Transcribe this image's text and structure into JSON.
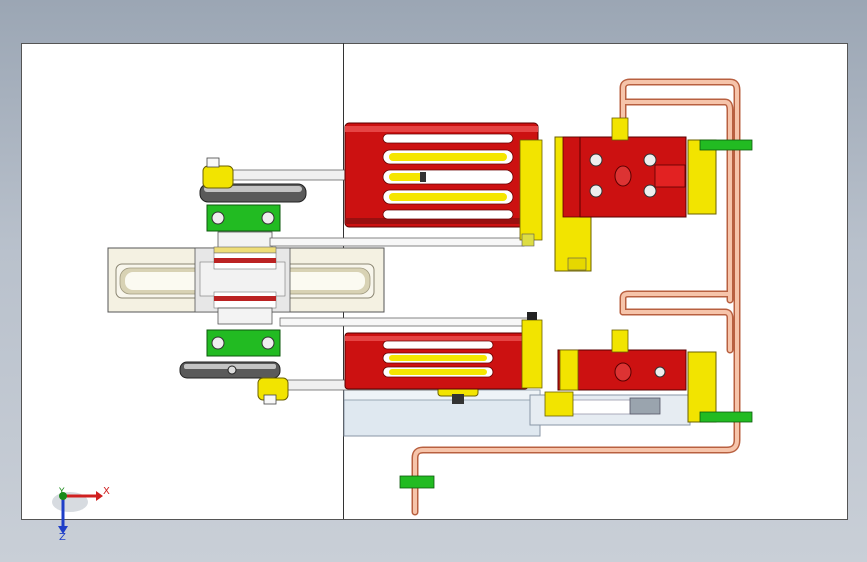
{
  "viewport": {
    "background": "#b4bcc7",
    "sheet_color": "#ffffff"
  },
  "colors": {
    "cylinder": "#cc1111",
    "brass": "#f5e600",
    "mount": "#22bb22",
    "copper": "#e88f70",
    "flywheel": "#f0ecd8",
    "base": "#e0e8f0",
    "dark_metal": "#505050"
  },
  "parts": [
    {
      "name": "cylinder-upper",
      "color": "red"
    },
    {
      "name": "cylinder-lower",
      "color": "red"
    },
    {
      "name": "valve-block-upper",
      "color": "red"
    },
    {
      "name": "valve-block-lower",
      "color": "red"
    },
    {
      "name": "flywheel",
      "color": "cream"
    },
    {
      "name": "crank-disc",
      "color": "dark-gray"
    },
    {
      "name": "bearing-mounts",
      "color": "green"
    },
    {
      "name": "steam-pipes",
      "color": "copper"
    },
    {
      "name": "base-plate",
      "color": "light-blue"
    }
  ],
  "triad": {
    "x": "X",
    "y": "Y",
    "z": "Z",
    "icon": "coordinate-triad-icon"
  }
}
